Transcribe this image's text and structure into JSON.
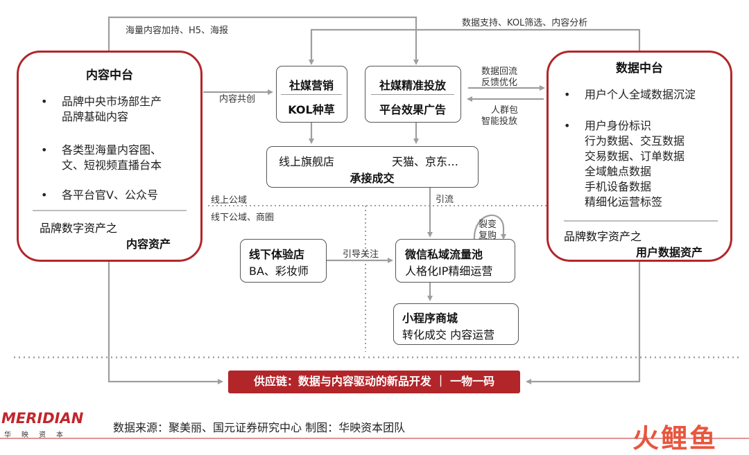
{
  "content_platform": {
    "title": "内容中台",
    "bullets": [
      "品牌中央市场部生产\n品牌基础内容",
      "各类型海量内容图、\n文、短视频直播台本",
      "各平台官V、公众号"
    ],
    "asset_line1": "品牌数字资产之",
    "asset_line2": "内容资产"
  },
  "data_platform": {
    "title": "数据中台",
    "bullets": [
      "用户个人全域数据沉淀",
      "用户身份标识\n行为数据、交互数据\n交易数据、订单数据\n全域触点数据\n手机设备数据\n精细化运营标签"
    ],
    "asset_line1": "品牌数字资产之",
    "asset_line2": "用户数据资产"
  },
  "top_labels": {
    "content_feed": "海量内容加持、H5、海报",
    "data_support": "数据支持、KOL筛选、内容分析"
  },
  "social_marketing": {
    "title": "社媒营销",
    "sub": "KOL种草"
  },
  "social_ads": {
    "title": "社媒精准投放",
    "sub": "平台效果广告"
  },
  "co_create": "内容共创",
  "feedback": {
    "line1": "数据回流",
    "line2": "反馈优化"
  },
  "targeting": {
    "line1": "人群包",
    "line2": "智能投放"
  },
  "commerce": {
    "flagship": "线上旗舰店",
    "platforms": "天猫、京东…",
    "label": "承接成交"
  },
  "zones": {
    "online": "线上公域",
    "offline": "线下公域、商圈"
  },
  "traffic_label": "引流",
  "offline_store": {
    "title": "线下体验店",
    "sub": "BA、彩妆师"
  },
  "follow_label": "引导关注",
  "private_pool": {
    "title": "微信私域流量池",
    "sub": "人格化IP精细运营"
  },
  "fission": {
    "line1": "裂变",
    "line2": "复购"
  },
  "mini_program": {
    "title": "小程序商城",
    "sub": "转化成交 内容运营"
  },
  "supply_chain": "供应链：数据与内容驱动的新品开发 ｜ 一物一码",
  "footer": {
    "source": "数据来源：聚美丽、国元证券研究中心  制图：华映资本团队",
    "logo": "MERIDIAN",
    "logo_sub": "华映资本",
    "watermark": "火鲤鱼"
  },
  "colors": {
    "accent": "#b2262a",
    "arrow": "#9e9e9e",
    "text": "#222222"
  }
}
